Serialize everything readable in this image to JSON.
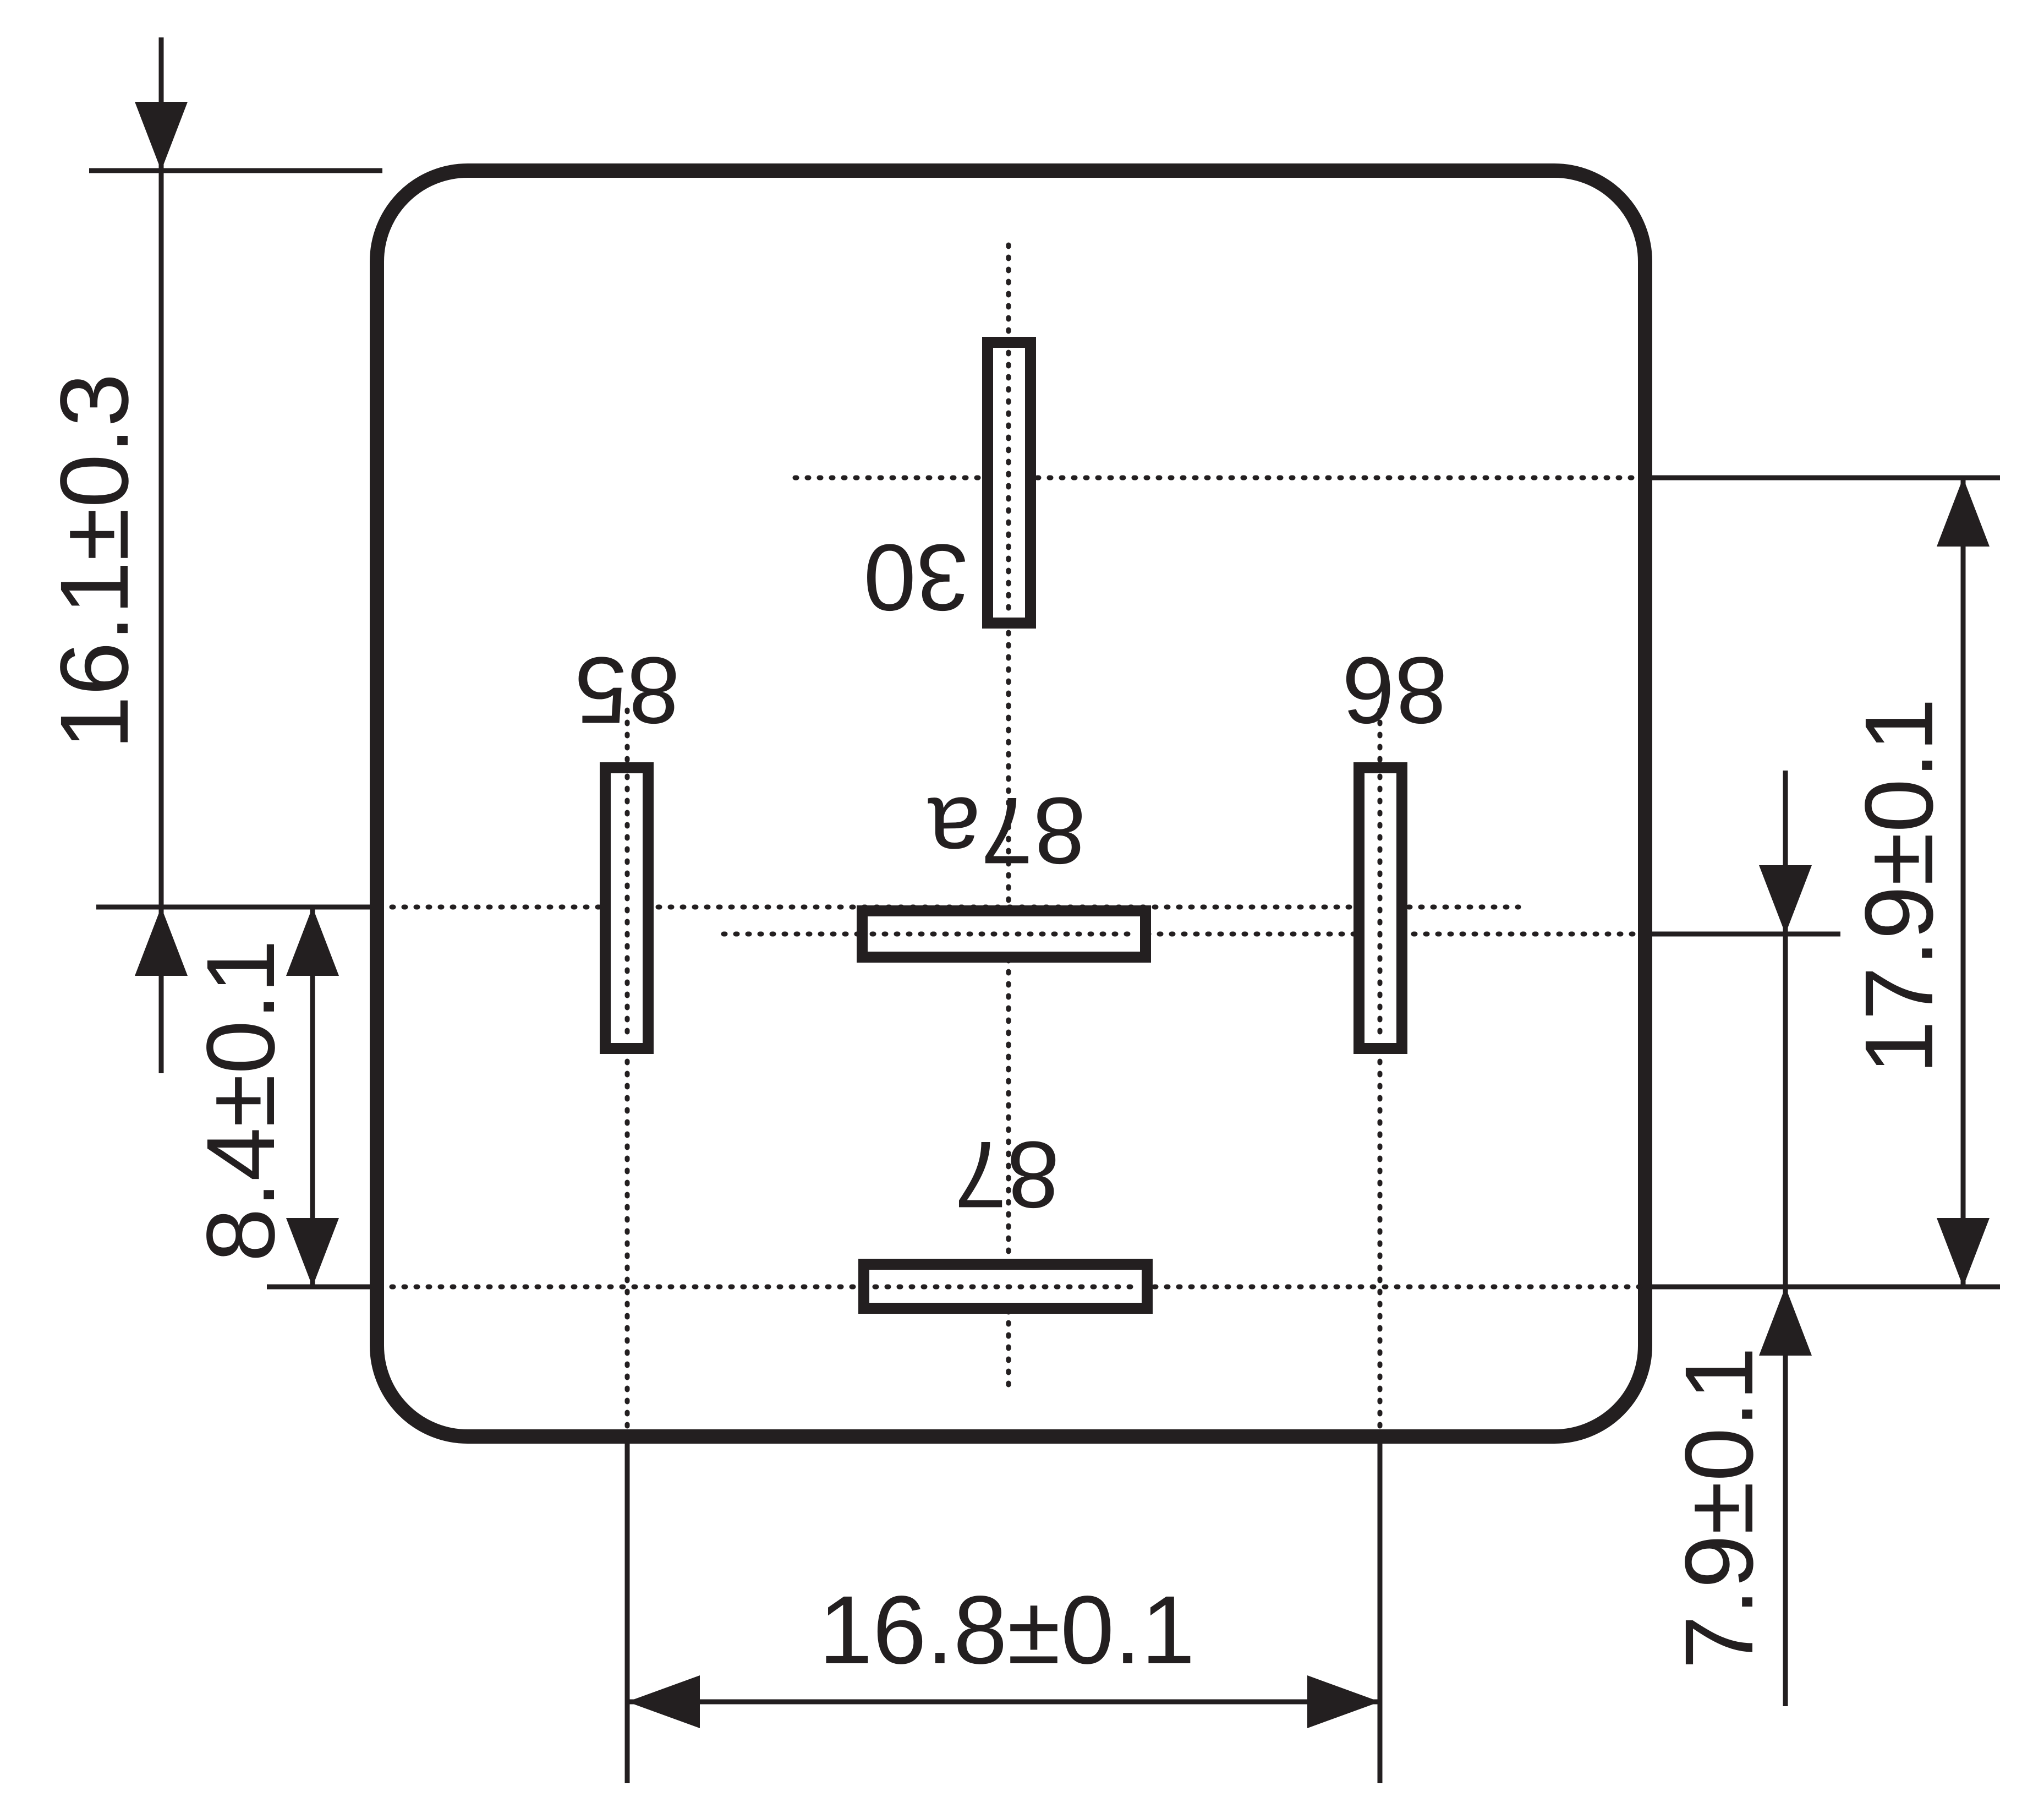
{
  "pins": {
    "p30": "30",
    "p85": "85",
    "p86": "86",
    "p87a": "87a",
    "p87": "87"
  },
  "dimensions": {
    "height_top": "16.1±0.3",
    "left_lower": "8.4±0.1",
    "right_upper": "17.9±0.1",
    "right_lower": "7.9±0.1",
    "bottom_width": "16.8±0.1"
  },
  "colors": {
    "ink": "#231f20",
    "background": "#ffffff"
  }
}
